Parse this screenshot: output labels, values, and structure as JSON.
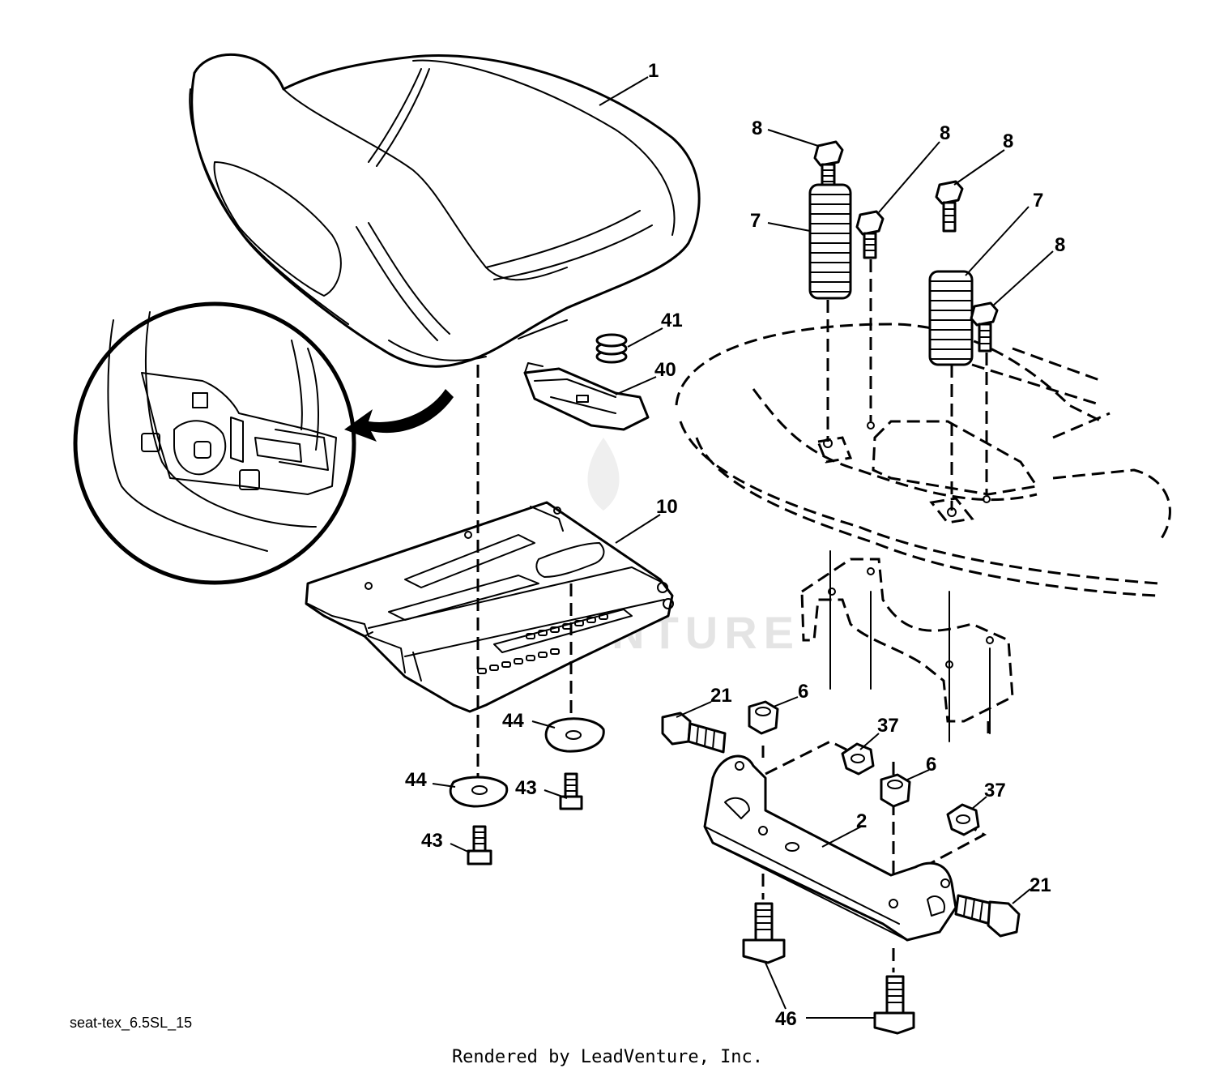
{
  "diagram": {
    "reference_code": "seat-tex_6.5SL_15",
    "rendered_by": "Rendered by LeadVenture, Inc.",
    "watermark": "LEADVENTURE",
    "callouts": {
      "c1": "1",
      "c8a": "8",
      "c8b": "8",
      "c8c": "8",
      "c8d": "8",
      "c7a": "7",
      "c7b": "7",
      "c41": "41",
      "c40": "40",
      "c10": "10",
      "c21a": "21",
      "c6a": "6",
      "c37a": "37",
      "c6b": "6",
      "c37b": "37",
      "c44a": "44",
      "c44b": "44",
      "c43a": "43",
      "c43b": "43",
      "c2": "2",
      "c21b": "21",
      "c46": "46"
    }
  }
}
